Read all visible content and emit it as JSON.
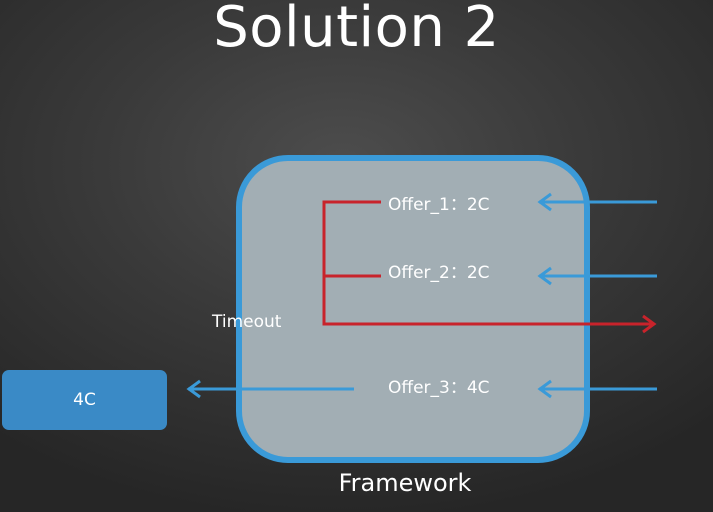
{
  "title": "Solution 2",
  "framework": {
    "label": "Framework",
    "offers": [
      "Offer_1：2C",
      "Offer_2：2C",
      "Offer_3：4C"
    ],
    "timeout_label": "Timeout"
  },
  "result": {
    "label": "4C"
  },
  "colors": {
    "framework_fill": "#a2aeb4",
    "framework_border": "#3a9ad8",
    "incoming_arrow": "#3a9ad8",
    "timeout_arrow": "#c8232b",
    "result_box": "#3a8ac6"
  }
}
